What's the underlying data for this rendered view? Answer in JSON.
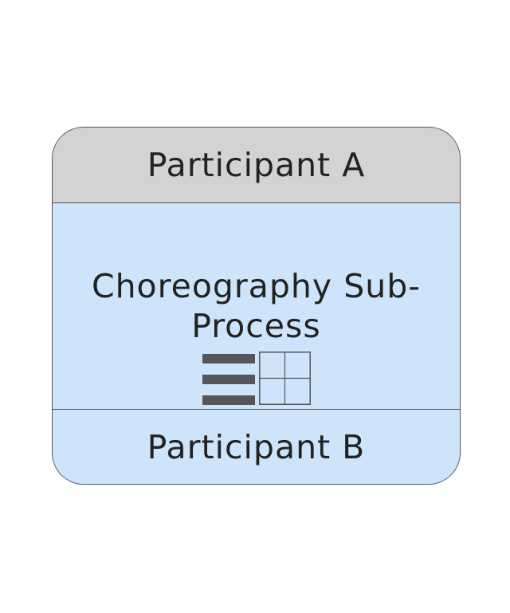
{
  "diagram": {
    "shape_type": "choreography-sub-process",
    "participant_top": "Participant A",
    "task_name": "Choreography Sub-Process",
    "participant_bottom": "Participant B",
    "markers": [
      "sequential-multi-instance-marker",
      "grid-marker"
    ]
  },
  "colors": {
    "canvas_background": "#ffffff",
    "participant_band_fill": "#d3d3d3",
    "body_fill": "#cee4fa",
    "stroke": "#555555",
    "marker_fill": "#55555a",
    "text": "#222222"
  }
}
